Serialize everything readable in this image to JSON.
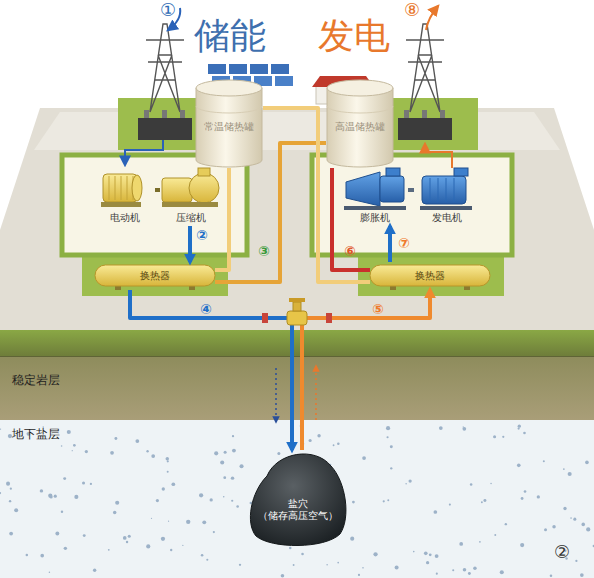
{
  "diagram": {
    "nodes": [
      {
        "text": [
          "常温储热罐"
        ]
      },
      {
        "text": [
          "高温储热罐"
        ]
      },
      {
        "text": [
          "电动机"
        ]
      },
      {
        "text": [
          "压缩机"
        ]
      },
      {
        "text": [
          "膨胀机"
        ]
      },
      {
        "text": [
          "发电机"
        ]
      },
      {
        "text": [
          "换热器"
        ]
      },
      {
        "text": [
          "换热器"
        ]
      },
      {
        "text": [
          "稳定岩层"
        ]
      },
      {
        "text": [
          "地下盐层"
        ]
      },
      {
        "text": [
          "盐穴",
          "（储存高压空气）"
        ],
        "in": 9
      }
    ],
    "edges": [
      {
        "from": 2,
        "to": 3,
        "arrow": "none"
      },
      {
        "from": 3,
        "to": 6,
        "label": "②",
        "arrow": "to"
      },
      {
        "from": 0,
        "to": 6,
        "arrow": "none"
      },
      {
        "from": 6,
        "to": 1,
        "label": "③",
        "arrow": "none"
      },
      {
        "from": 6,
        "to": 10,
        "label": "④",
        "arrow": "to"
      },
      {
        "from": 10,
        "to": 7,
        "label": "⑤",
        "arrow": "to"
      },
      {
        "from": 1,
        "to": 7,
        "label": "⑥",
        "arrow": "none"
      },
      {
        "from": 7,
        "to": 0,
        "arrow": "none"
      },
      {
        "from": 7,
        "to": 4,
        "label": "⑦",
        "arrow": "to"
      },
      {
        "from": 4,
        "to": 5,
        "arrow": "none"
      }
    ],
    "labels": [
      "①",
      "⑧",
      "储能",
      "发电",
      "②"
    ]
  }
}
